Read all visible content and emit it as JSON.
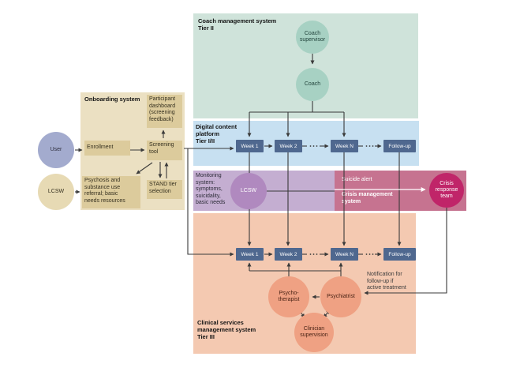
{
  "colors": {
    "coach_panel": "#cfe3da",
    "coach_circle": "#a7d1c3",
    "digital_panel": "#c7e0f1",
    "week_box": "#4f688f",
    "monitoring_panel": "#c4aed1",
    "monitoring_circle": "#b089bf",
    "crisis_panel": "#c67390",
    "crisis_circle": "#c02569",
    "clinical_panel": "#f4c9b1",
    "clinical_circle": "#efa183",
    "onboarding_panel": "#ebe0c2",
    "onboarding_box": "#dccb9c",
    "user_circle": "#a3abce",
    "lcsw_circle": "#e7dab4",
    "arrow": "#3a3a3a"
  },
  "onboarding": {
    "title": "Onboarding system",
    "user": "User",
    "lcsw": "LCSW",
    "enrollment": "Enrollment",
    "participant_dashboard": "Participant\ndashboard\n(screening\nfeedback)",
    "screening_tool": "Screening\ntool",
    "psychosis_referral": "Psychosis and\nsubstance use\nreferral; basic\nneeds resources",
    "stand_tier": "STAND tier\nselection"
  },
  "coach_system": {
    "title": "Coach management system\nTier II",
    "coach_supervisor": "Coach\nsupervisor",
    "coach": "Coach"
  },
  "digital_platform": {
    "title": "Digital content\nplatform\nTier I/II",
    "weeks": [
      "Week 1",
      "Week 2",
      "Week N",
      "Follow-up"
    ]
  },
  "monitoring": {
    "label": "Monitoring\nsystem:\nsymptoms,\nsuicidality,\nbasic needs",
    "lcsw": "LCSW"
  },
  "crisis": {
    "alert": "Suicide alert",
    "title": "Crisis management\nsystem",
    "team": "Crisis\nresponse\nteam"
  },
  "clinical": {
    "title": "Clinical services\nmanagement system\nTier III",
    "weeks": [
      "Week 1",
      "Week 2",
      "Week N",
      "Follow-up"
    ],
    "psychotherapist": "Psycho-\ntherapist",
    "psychiatrist": "Psychiatrist",
    "clinician_supervision": "Clinician\nsupervision",
    "notification": "Notification for\nfollow-up if\nactive treatment"
  }
}
